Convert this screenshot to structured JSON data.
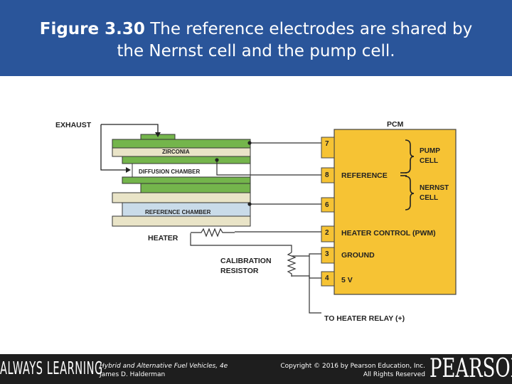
{
  "header": {
    "figure_label": "Figure 3.30",
    "caption_line1": " The reference electrodes are shared by",
    "caption_line2": "the Nernst cell and the pump cell."
  },
  "diagram": {
    "exhaust": "EXHAUST",
    "zirconia": "ZIRCONIA",
    "diffusion_chamber": "DIFFUSION CHAMBER",
    "reference_chamber": "REFERENCE CHAMBER",
    "heater": "HEATER",
    "calibration_line1": "CALIBRATION",
    "calibration_line2": "RESISTOR",
    "pcm": "PCM",
    "pins": [
      "7",
      "8",
      "6",
      "2",
      "3",
      "4"
    ],
    "pump_line1": "PUMP",
    "pump_line2": "CELL",
    "reference": "REFERENCE",
    "nernst_line1": "NERNST",
    "nernst_line2": "CELL",
    "heater_control": "HEATER CONTROL (PWM)",
    "ground": "GROUND",
    "five_v": "5 V",
    "to_heater_relay": "TO HEATER RELAY (+)",
    "colors": {
      "pcm_fill": "#f6c334",
      "green_layer": "#74b54c",
      "tan_layer": "#e9e4c7",
      "blue_layer": "#c9dbe9",
      "header_blue": "#2a559a"
    }
  },
  "footer": {
    "always_learning": "ALWAYS LEARNING",
    "book_title": "Hybrid and Alternative Fuel Vehicles, 4e",
    "author": "James D. Halderman",
    "copyright_line1": "Copyright © 2016 by Pearson Education, Inc.",
    "copyright_line2": "All Rights Reserved",
    "pearson": "PEARSON"
  }
}
